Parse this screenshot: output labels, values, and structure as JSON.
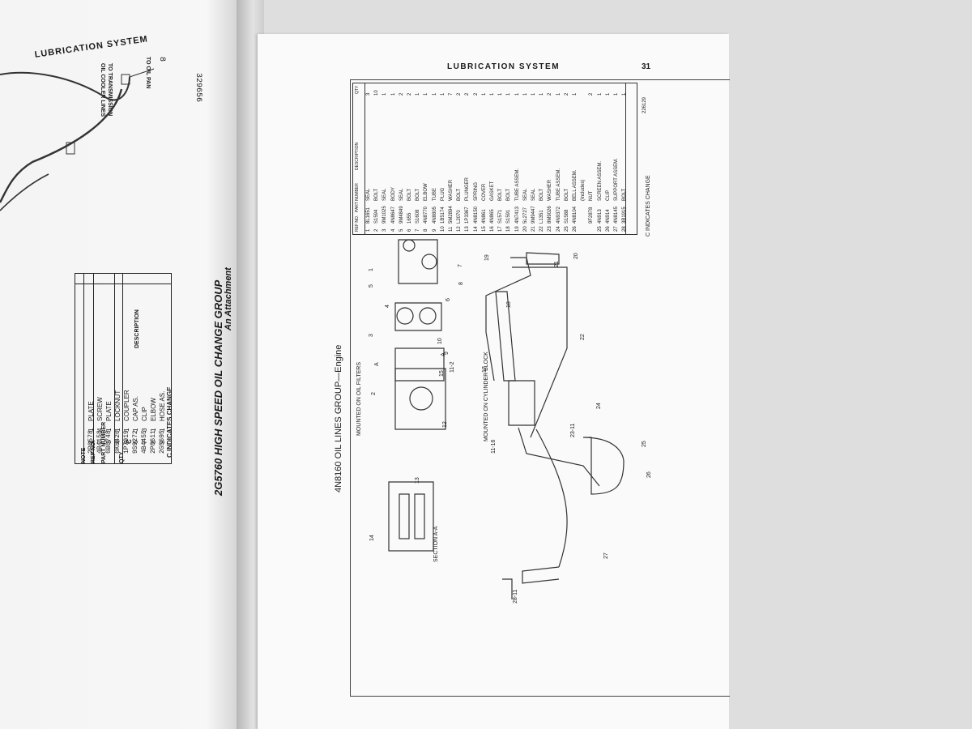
{
  "left_page": {
    "header": "LUBRICATION SYSTEM",
    "figure_number": "329656",
    "callout_to_oil_pan": "TO OIL PAN",
    "callout_trans_lines": "TO TRANSMISSION OIL COOLER LINES",
    "callout_ref": "8",
    "table_headers": [
      "NOTE",
      "REF NO.",
      "PART NUMBER",
      "QTY",
      "DESCRIPTION"
    ],
    "rows": [
      {
        "ref": "1",
        "part": "2P6578",
        "qty": "1",
        "desc": "PLATE"
      },
      {
        "ref": "2",
        "part": "4B4158",
        "qty": "4",
        "desc": "SCREW"
      },
      {
        "ref": "3",
        "part": "6B0748",
        "qty": "1",
        "desc": "PLATE"
      },
      {
        "ref": "4",
        "part": "6K8420",
        "qty": "1",
        "desc": "LOCKNUT"
      },
      {
        "ref": "5",
        "part": "1P7919",
        "qty": "1",
        "desc": "COUPLER"
      },
      {
        "ref": "6",
        "part": "9S9272",
        "qty": "1",
        "desc": "CAP AS."
      },
      {
        "ref": "7",
        "part": "4B4455",
        "qty": "3",
        "desc": "CLIP"
      },
      {
        "ref": "8",
        "part": "2P8611",
        "qty": "1",
        "desc": "ELBOW"
      },
      {
        "ref": "9",
        "part": "2G5695",
        "qty": "1",
        "desc": "HOSE AS."
      }
    ],
    "note_c": "C",
    "footnote": "C INDICATES CHANGE",
    "group_title": "2G5760 HIGH SPEED OIL CHANGE GROUP",
    "group_subtitle": "An Attachment"
  },
  "right_page": {
    "header": "LUBRICATION SYSTEM",
    "page_number": "31",
    "group_title": "4N8160 OIL LINES GROUP—Engine",
    "table_headers": [
      "REF NO.",
      "PART NUMBER",
      "DESCRIPTION",
      "QTY"
    ],
    "rows": [
      {
        "ref": "1",
        "part": "8L1651",
        "desc": "SEAL",
        "qty": "3"
      },
      {
        "ref": "2",
        "part": "S1594",
        "desc": "BOLT",
        "qty": "10"
      },
      {
        "ref": "3",
        "part": "9M1025",
        "desc": "SEAL",
        "qty": "1"
      },
      {
        "ref": "4",
        "part": "4N8647",
        "desc": "BODY",
        "qty": "1"
      },
      {
        "ref": "5",
        "part": "9M4849",
        "desc": "SEAL",
        "qty": "2"
      },
      {
        "ref": "6",
        "part": "1655",
        "desc": "BOLT",
        "qty": "2"
      },
      {
        "ref": "7",
        "part": "S1608",
        "desc": "BOLT",
        "qty": "1"
      },
      {
        "ref": "8",
        "part": "4N8770",
        "desc": "ELBOW",
        "qty": "1"
      },
      {
        "ref": "9",
        "part": "4N8805",
        "desc": "TUBE",
        "qty": "1"
      },
      {
        "ref": "10",
        "part": "1B5174",
        "desc": "PLUG",
        "qty": "1"
      },
      {
        "ref": "11",
        "part": "5M2894",
        "desc": "WASHER",
        "qty": "7"
      },
      {
        "ref": "12",
        "part": "L2070",
        "desc": "BOLT",
        "qty": "2"
      },
      {
        "ref": "13",
        "part": "1P3367",
        "desc": "PLUNGER",
        "qty": "2"
      },
      {
        "ref": "14",
        "part": "4N8150",
        "desc": "SPRING",
        "qty": "2"
      },
      {
        "ref": "15",
        "part": "4N861",
        "desc": "COVER",
        "qty": "1"
      },
      {
        "ref": "16",
        "part": "4N865",
        "desc": "GASKET",
        "qty": "1"
      },
      {
        "ref": "17",
        "part": "S1571",
        "desc": "BOLT",
        "qty": "1"
      },
      {
        "ref": "18",
        "part": "S1591",
        "desc": "BOLT",
        "qty": "1"
      },
      {
        "ref": "19",
        "part": "4N7413",
        "desc": "TUBE ASSEM.",
        "qty": "1"
      },
      {
        "ref": "20",
        "part": "5L2727",
        "desc": "SEAL",
        "qty": "1"
      },
      {
        "ref": "21",
        "part": "9M9447",
        "desc": "SEAL",
        "qty": "1"
      },
      {
        "ref": "22",
        "part": "L1351",
        "desc": "BOLT",
        "qty": "1"
      },
      {
        "ref": "23",
        "part": "8M9026",
        "desc": "WASHER",
        "qty": "2"
      },
      {
        "ref": "24",
        "part": "4N9372",
        "desc": "TUBE ASSEM.",
        "qty": "1"
      },
      {
        "ref": "25",
        "part": "S1588",
        "desc": "BOLT",
        "qty": "2"
      },
      {
        "ref": "26",
        "part": "4N8104",
        "desc": "BELL ASSEM.",
        "qty": "1"
      },
      {
        "ref": "",
        "part": "",
        "desc": "(Includes)",
        "qty": ""
      },
      {
        "ref": "",
        "part": "9F2878",
        "desc": "NUT",
        "qty": "2"
      },
      {
        "ref": "25",
        "part": "4N913",
        "desc": "SCREEN ASSEM.",
        "qty": "1"
      },
      {
        "ref": "26",
        "part": "4N914",
        "desc": "CLIP",
        "qty": "1"
      },
      {
        "ref": "27",
        "part": "4N8145",
        "desc": "SUPPORT ASSEM.",
        "qty": "1"
      },
      {
        "ref": "28",
        "part": "3B1915",
        "desc": "BOLT",
        "qty": "1"
      }
    ],
    "table_code": "226129",
    "footnote": "C INDICATES CHANGE",
    "labels": {
      "mounted_on_oil_filters": "MOUNTED ON OIL FILTERS",
      "mounted_on_cylinder_block": "MOUNTED ON CYLINDER BLOCK",
      "section_a_a": "SECTION A-A",
      "callout_a1": "A",
      "callout_a2": "A",
      "refs": [
        "1",
        "2",
        "3",
        "4",
        "5",
        "6",
        "7",
        "8",
        "9",
        "10",
        "11-2",
        "12",
        "13",
        "14",
        "15",
        "17",
        "18",
        "19",
        "20",
        "21",
        "22",
        "23-11",
        "24",
        "25",
        "26",
        "27",
        "28-11",
        "11-16"
      ]
    }
  }
}
